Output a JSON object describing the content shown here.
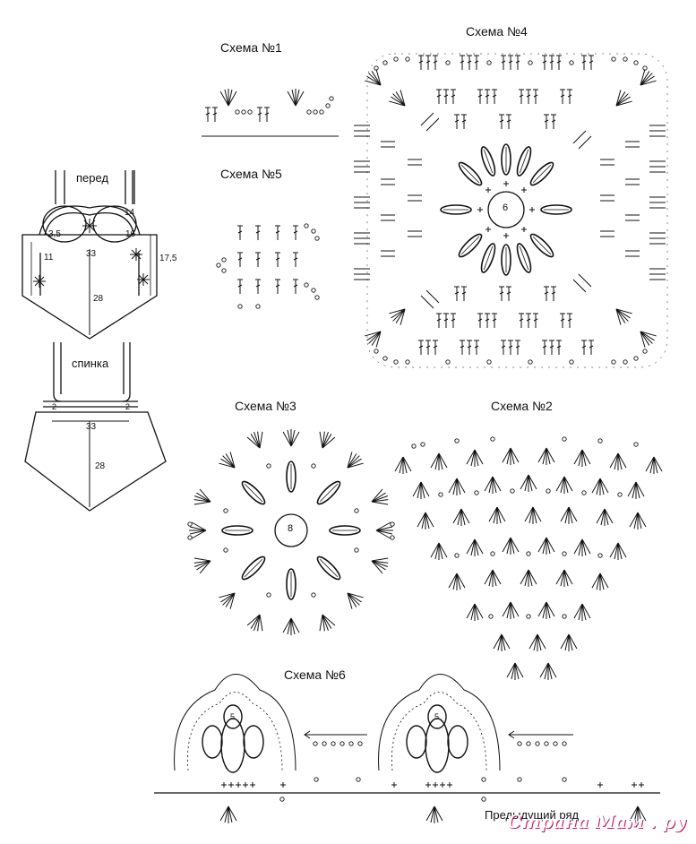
{
  "labels": {
    "scheme1": "Схема №1",
    "scheme4": "Схема №4",
    "scheme5": "Схема №5",
    "scheme3": "Схема №3",
    "scheme2": "Схема №2",
    "scheme6": "Схема №6",
    "front": "перед",
    "back": "спинка",
    "prev_row": "Предыдущий ряд"
  },
  "center_numbers": {
    "scheme4": "6",
    "scheme3": "8",
    "scheme6": "5"
  },
  "pattern_dims": {
    "front_cup_height": "14",
    "front_side": "3,5",
    "front_cup_width": "16",
    "front_width": "33",
    "front_side_width": "11",
    "front_side_length": "17,5",
    "front_length": "28",
    "back_side": "2",
    "back_width": "33",
    "back_length": "28"
  },
  "watermark": "Страна Мам . ру",
  "colors": {
    "ink": "#111111",
    "watermark": "#c2185b"
  }
}
